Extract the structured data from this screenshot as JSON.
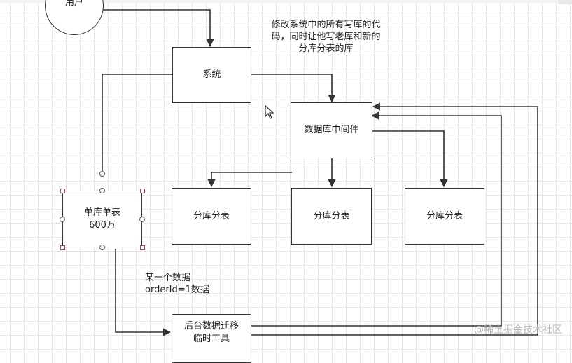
{
  "nodes": {
    "user": "用户",
    "system": "系统",
    "middleware": "数据库中间件",
    "single_db": "单库单表\n600万",
    "shard_1": "分库分表",
    "shard_2": "分库分表",
    "shard_3": "分库分表",
    "migration_tool": "后台数据迁移\n临时工具"
  },
  "notes": {
    "modify_code": "修改系统中的所有写库的代\n码，同时让他写老库和新的\n分库分表的库",
    "record_example": "某一个数据\norderId=1数据"
  },
  "watermark": "@稀土掘金技术社区",
  "colors": {
    "stroke": "#333333",
    "grid": "#e6e6e6",
    "selection_handle": "#a0496e"
  },
  "icons": [
    "mouse-cursor-icon",
    "arrowhead-icon"
  ]
}
